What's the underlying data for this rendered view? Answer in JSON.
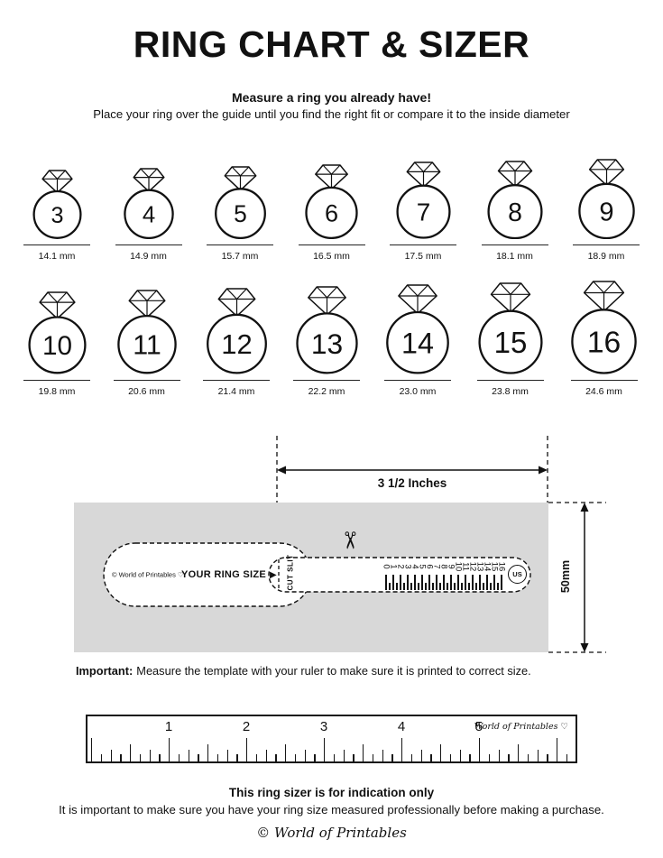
{
  "page": {
    "title": "RING CHART & SIZER",
    "subtitle_bold": "Measure a ring you already have!",
    "subtitle": "Place your ring over the guide until you find the right fit or compare it to the inside diameter"
  },
  "rings": {
    "row1": [
      {
        "size": "3",
        "diameter": "14.1 mm"
      },
      {
        "size": "4",
        "diameter": "14.9 mm"
      },
      {
        "size": "5",
        "diameter": "15.7 mm"
      },
      {
        "size": "6",
        "diameter": "16.5 mm"
      },
      {
        "size": "7",
        "diameter": "17.5 mm"
      },
      {
        "size": "8",
        "diameter": "18.1 mm"
      },
      {
        "size": "9",
        "diameter": "18.9 mm"
      }
    ],
    "row2": [
      {
        "size": "10",
        "diameter": "19.8 mm"
      },
      {
        "size": "11",
        "diameter": "20.6 mm"
      },
      {
        "size": "12",
        "diameter": "21.4 mm"
      },
      {
        "size": "13",
        "diameter": "22.2 mm"
      },
      {
        "size": "14",
        "diameter": "23.0 mm"
      },
      {
        "size": "15",
        "diameter": "23.8 mm"
      },
      {
        "size": "16",
        "diameter": "24.6 mm"
      }
    ]
  },
  "sizer": {
    "width_label": "3 1/2 Inches",
    "height_label": "50mm",
    "brand": "© World of Printables ♡",
    "your_ring_size": "YOUR RING SIZE",
    "marker": "▶",
    "cut_slit": "CUT SLIT",
    "scissors_icon": "✂",
    "scale_numbers": [
      "0",
      "1",
      "2",
      "3",
      "4",
      "5",
      "6",
      "7",
      "8",
      "9",
      "10",
      "11",
      "12",
      "13",
      "14",
      "15",
      "16"
    ],
    "us_label": "US"
  },
  "important": {
    "label": "Important:",
    "text": "Measure the template with your ruler to make sure it is printed to correct size."
  },
  "ruler": {
    "numbers": [
      "1",
      "2",
      "3",
      "4",
      "5"
    ],
    "brand": "World of Printables ♡"
  },
  "footer": {
    "bold": "This ring sizer is for indication only",
    "text": "It is important to make sure you have your ring size measured professionally before making a purchase.",
    "brand": "© World of Printables"
  }
}
